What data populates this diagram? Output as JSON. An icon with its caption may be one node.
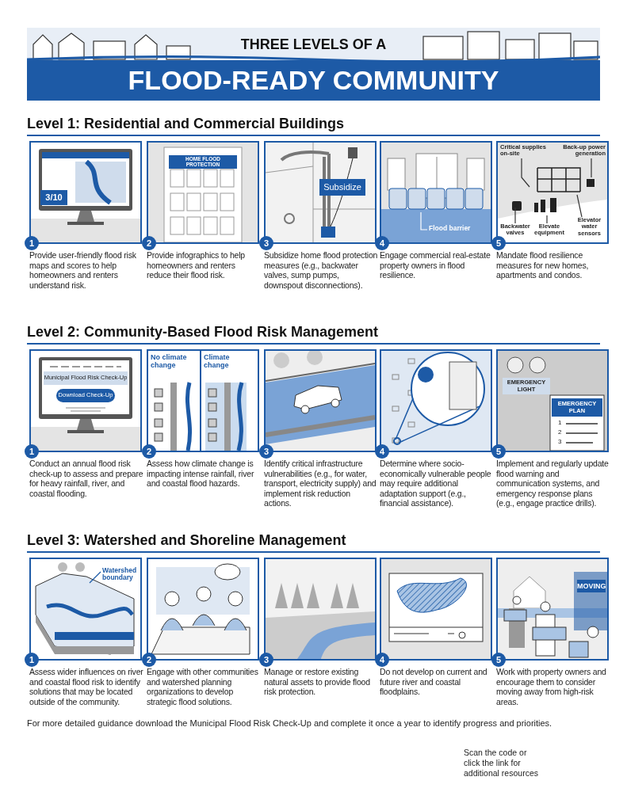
{
  "diagram": {
    "title": "FLOOD-READY COMMUNITY",
    "nodes": [
      {
        "text": [
          "3/10",
          "1",
          "Provide user-friendly flood risk maps and scores to help homeowners and renters understand risk."
        ]
      },
      {
        "text": [
          "HOME FLOOD PROTECTION",
          "2",
          "Provide infographics to help homeowners and renters reduce their flood risk."
        ]
      },
      {
        "text": [
          "Subsidize",
          "3",
          "Subsidize home flood protection measures (e.g., backwater valves, sump pumps, downspout disconnections)."
        ]
      },
      {
        "text": [
          "4",
          "Engage commercial real-estate property owners in flood resilience."
        ]
      },
      {
        "text": [
          "Flood barrier"
        ],
        "in": 3
      },
      {
        "text": [
          "5",
          "Mandate flood resilience measures for new homes, apartments and condos."
        ]
      },
      {
        "text": [
          "Critical supplies on-site"
        ],
        "in": 5
      },
      {
        "text": [
          "Back-up power generation"
        ],
        "in": 5
      },
      {
        "text": [
          "Backwater valves"
        ],
        "in": 5
      },
      {
        "text": [
          "Elevate equipment"
        ],
        "in": 5
      },
      {
        "text": [
          "Elevator water sensors"
        ],
        "in": 5
      },
      {
        "text": [
          "Municipal Flood Risk Check-Up",
          "Download Check-Up",
          "1",
          "Conduct an annual flood risk check-up to assess and prepare for heavy rainfall, river, and coastal flooding."
        ]
      },
      {
        "text": [
          "No climate change",
          "Climate change",
          "2",
          "Assess how climate change is impacting intense rainfall, river and coastal flood hazards."
        ]
      },
      {
        "text": [
          "3",
          "Identify critical infrastructure vulnerabilities (e.g., for water, transport, electricity supply) and implement risk reduction actions."
        ]
      },
      {
        "text": [
          "4",
          "Determine where socio-economically vulnerable people may require additional adaptation support (e.g., financial assistance)."
        ]
      },
      {
        "text": [
          "EMERGENCY LIGHT",
          "EMERGENCY PLAN",
          "1",
          "2",
          "3",
          "5",
          "Implement and regularly update flood warning and communication systems, and emergency response plans (e.g., engage practice drills)."
        ]
      },
      {
        "text": [
          "1",
          "Assess wider influences on river and coastal flood risk to identify solutions that may be located outside of the community."
        ]
      },
      {
        "text": [
          "Watershed boundary"
        ],
        "in": 16
      },
      {
        "text": [
          "2",
          "Engage with other communities and watershed planning organizations to develop strategic flood solutions."
        ]
      },
      {
        "text": [
          "3",
          "Manage or restore existing natural assets to provide flood risk protection."
        ]
      },
      {
        "text": [
          "4",
          "Do not develop on current and future river and coastal floodplains."
        ]
      },
      {
        "text": [
          "MOVING",
          "5",
          "Work with property owners and encourage them to consider moving away from high-risk areas."
        ]
      }
    ],
    "edges": [
      {
        "from": 4,
        "to": null,
        "arrow": "none",
        "color": "#ffffff"
      },
      {
        "from": 6,
        "to": null,
        "arrow": "none"
      },
      {
        "from": 7,
        "to": null,
        "arrow": "none"
      },
      {
        "from": 8,
        "to": null,
        "arrow": "none"
      },
      {
        "from": 9,
        "to": null,
        "arrow": "none"
      },
      {
        "from": 10,
        "to": null,
        "arrow": "none"
      },
      {
        "from": 17,
        "to": null,
        "arrow": "none",
        "color": "#1d5aa6"
      }
    ],
    "labels": [
      "THREE LEVELS OF A",
      "Level 1: Residential and Commercial Buildings",
      "Level 2: Community-Based Flood Risk Management",
      "Level 3: Watershed and Shoreline Management",
      "For more detailed guidance download the Municipal Flood Risk Check-Up and complete it once a year to identify progress and priorities.",
      "Scan the code or click the link for additional resources"
    ]
  }
}
